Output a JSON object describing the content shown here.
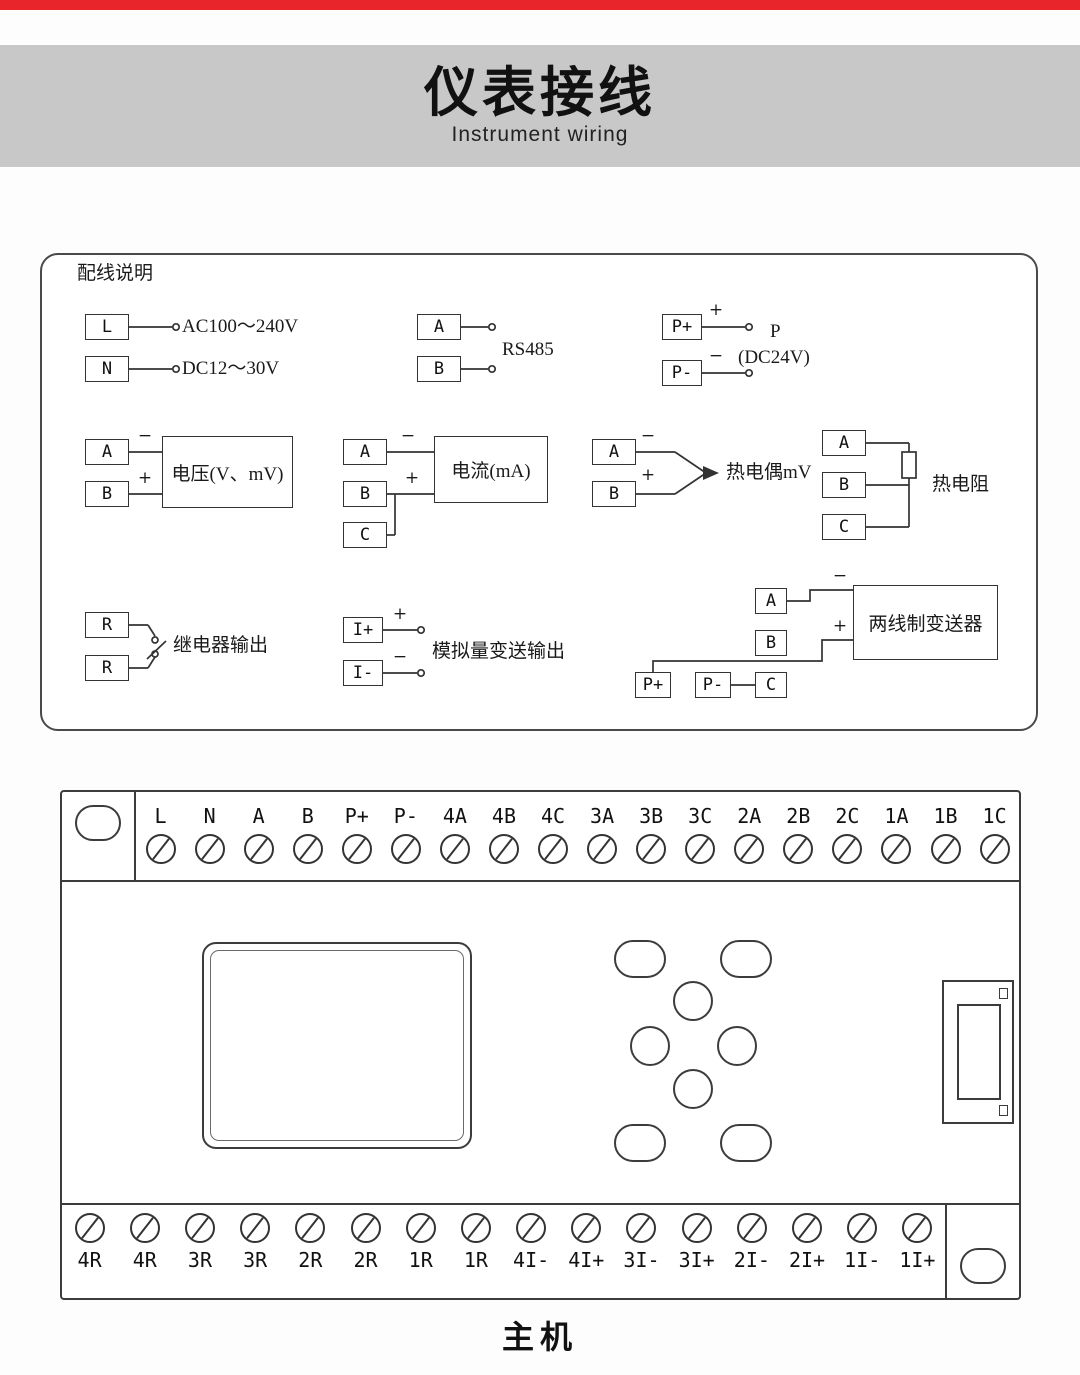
{
  "header": {
    "title": "仪表接线",
    "subtitle": "Instrument wiring"
  },
  "legend": {
    "title": "配线说明",
    "power": {
      "t1": "L",
      "t2": "N",
      "line1": "AC100～240V",
      "line2": "DC12～30V"
    },
    "rs485": {
      "t1": "A",
      "t2": "B",
      "label": "RS485"
    },
    "power24": {
      "t1": "P+",
      "t2": "P-",
      "plus": "+",
      "minus": "−",
      "label1": "P",
      "label2": "(DC24V)"
    },
    "voltage": {
      "t1": "A",
      "t2": "B",
      "minus": "−",
      "plus": "+",
      "label": "电压(V、mV)"
    },
    "current": {
      "t1": "A",
      "t2": "B",
      "t3": "C",
      "minus": "−",
      "plus": "+",
      "label": "电流(mA)"
    },
    "thermocouple": {
      "t1": "A",
      "t2": "B",
      "minus": "−",
      "plus": "+",
      "label": "热电偶mV"
    },
    "rtd": {
      "t1": "A",
      "t2": "B",
      "t3": "C",
      "label": "热电阻"
    },
    "relay": {
      "t1": "R",
      "t2": "R",
      "label": "继电器输出"
    },
    "analog_out": {
      "t1": "I+",
      "t2": "I-",
      "plus": "+",
      "minus": "−",
      "label": "模拟量变送输出"
    },
    "transmitter": {
      "t1": "A",
      "t2": "B",
      "t3": "C",
      "t4": "P+",
      "t5": "P-",
      "minus": "−",
      "plus": "+",
      "label": "两线制变送器"
    }
  },
  "terminal_block": {
    "top_labels": [
      "L",
      "N",
      "A",
      "B",
      "P+",
      "P-",
      "4A",
      "4B",
      "4C",
      "3A",
      "3B",
      "3C",
      "2A",
      "2B",
      "2C",
      "1A",
      "1B",
      "1C"
    ],
    "bottom_labels": [
      "4R",
      "4R",
      "3R",
      "3R",
      "2R",
      "2R",
      "1R",
      "1R",
      "4I-",
      "4I+",
      "3I-",
      "3I+",
      "2I-",
      "2I+",
      "1I-",
      "1I+"
    ]
  },
  "footer": {
    "label": "主机"
  }
}
